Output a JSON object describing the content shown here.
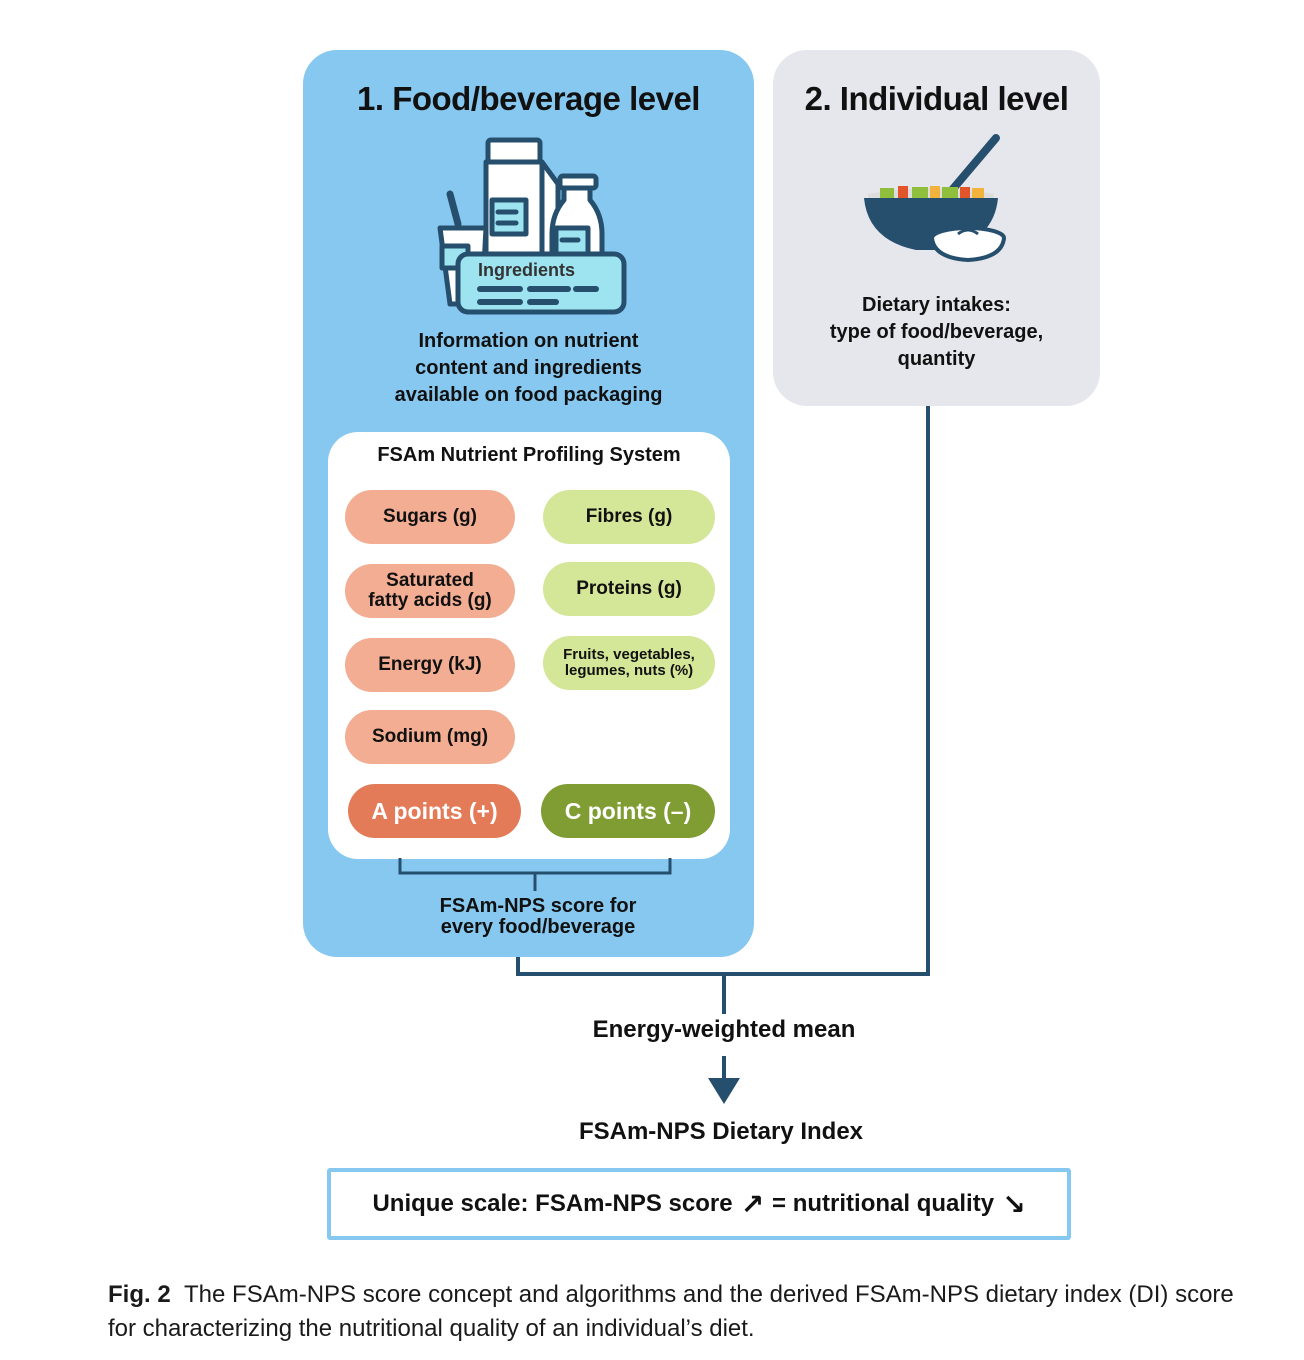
{
  "panel_food": {
    "title": "1. Food/beverage level",
    "icon_label": "Ingredients",
    "description_lines": [
      "Information on nutrient",
      "content and ingredients",
      "available on food packaging"
    ]
  },
  "panel_individual": {
    "title": "2. Individual level",
    "description_lines": [
      "Dietary intakes:",
      "type of food/beverage,",
      "quantity"
    ]
  },
  "nutrient_system": {
    "title": "FSAm Nutrient Profiling System",
    "negative_components": [
      {
        "lines": [
          "Sugars (g)"
        ]
      },
      {
        "lines": [
          "Saturated",
          "fatty acids (g)"
        ]
      },
      {
        "lines": [
          "Energy (kJ)"
        ]
      },
      {
        "lines": [
          "Sodium (mg)"
        ]
      }
    ],
    "positive_components": [
      {
        "lines": [
          "Fibres (g)"
        ]
      },
      {
        "lines": [
          "Proteins (g)"
        ]
      },
      {
        "lines": [
          "Fruits, vegetables,",
          "legumes, nuts (%)"
        ]
      }
    ],
    "a_points": "A points (+)",
    "c_points": "C points (–)"
  },
  "score_label_lines": [
    "FSAm-NPS score for",
    "every food/beverage"
  ],
  "aggregation_label": "Energy-weighted mean",
  "dietary_index_label": "FSAm-NPS Dietary Index",
  "scale_box": {
    "prefix": "Unique scale: FSAm-NPS score",
    "up_arrow": "↗",
    "middle": "= nutritional quality",
    "down_arrow": "↘"
  },
  "caption": {
    "label": "Fig. 2",
    "text_lines": [
      "The FSAm-NPS score concept and algorithms and the derived FSAm-NPS dietary index (DI) score",
      "for characterizing the nutritional quality of an individual’s diet."
    ]
  },
  "colors": {
    "food_panel": "#87c8f0",
    "individual_panel": "#e6e7ec",
    "negative_nutrient": "#f2ad92",
    "positive_nutrient": "#d4e697",
    "a_points": "#e47b58",
    "c_points": "#7f9d33",
    "connector": "#264f6e"
  }
}
